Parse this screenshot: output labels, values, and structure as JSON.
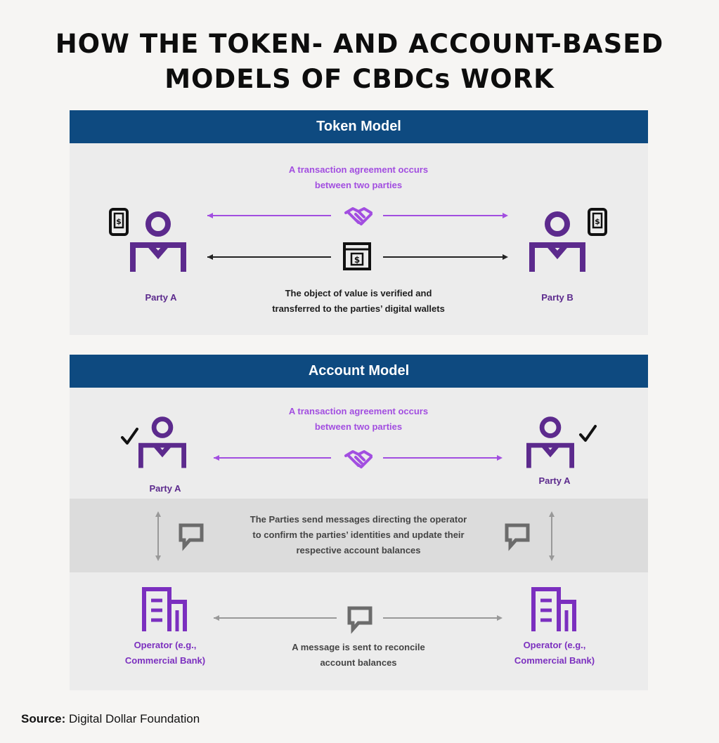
{
  "title": {
    "line1": "HOW THE TOKEN- AND ACCOUNT-BASED",
    "line2": "MODELS OF CBDCs WORK"
  },
  "token_model": {
    "header": "Token Model",
    "agreement_line1": "A transaction agreement occurs",
    "agreement_line2": "between two parties",
    "party_a": "Party A",
    "party_b": "Party B",
    "object_line1": "The object of value is verified and",
    "object_line2": "transferred to the parties’ digital wallets"
  },
  "account_model": {
    "header": "Account Model",
    "agreement_line1": "A transaction agreement occurs",
    "agreement_line2": "between two parties",
    "party_left": "Party A",
    "party_right": "Party A",
    "messages_line1": "The Parties send messages directing the operator",
    "messages_line2": "to confirm the parties’ identities and update their",
    "messages_line3": "respective account balances",
    "operator_left_line1": "Operator (e.g.,",
    "operator_left_line2": "Commercial Bank)",
    "operator_right_line1": "Operator (e.g.,",
    "operator_right_line2": "Commercial Bank)",
    "reconcile_line1": "A message is sent to reconcile",
    "reconcile_line2": "account balances"
  },
  "source": {
    "label": "Source:",
    "text": " Digital Dollar Foundation"
  },
  "colors": {
    "header_blue": "#0e4a80",
    "purple": "#5c2a8d",
    "light_purple": "#a24ee0",
    "panel_gray": "#ececec"
  },
  "icons": [
    "smartphone-dollar-icon",
    "person-icon",
    "handshake-icon",
    "dollar-window-icon",
    "checkmark-icon",
    "chat-bubble-icon",
    "building-icon"
  ]
}
